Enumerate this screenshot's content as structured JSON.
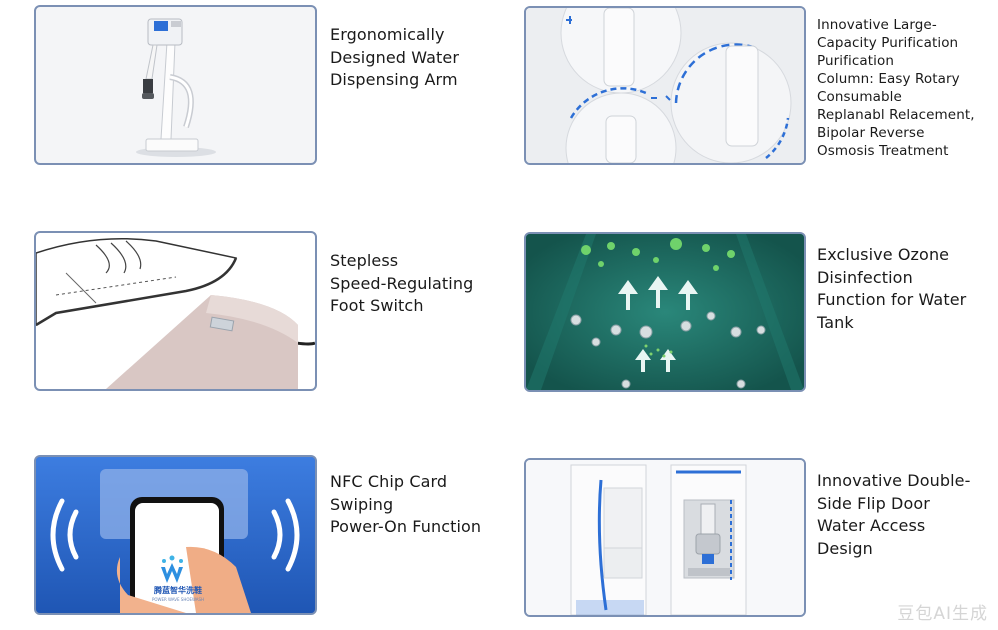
{
  "features": [
    {
      "caption": "Ergonomically\nDesigned Water\nDispensing Arm",
      "image": "water-dispensing-station"
    },
    {
      "caption": "Innovative Large-\nCapacity Purification\nPurification\nColumn: Easy Rotary\nConsumable\nReplanabl Relacement,\nBipolar Reverse\nOsmosis Treatment",
      "image": "rotary-filter-cartridges"
    },
    {
      "caption": "Stepless\nSpeed-Regulating\nFoot Switch",
      "image": "shoe-on-foot-pedal"
    },
    {
      "caption": "Exclusive Ozone\nDisinfection\nFunction for Water\nTank",
      "image": "ozone-bubbles"
    },
    {
      "caption": "NFC Chip Card\nSwiping\nPower-On Function",
      "image": "nfc-phone-tap"
    },
    {
      "caption": "Innovative Double-\nSide Flip Door\nWater Access\nDesign",
      "image": "flip-door-water-access"
    }
  ],
  "phone_logo_text": "腾蓝智华洗鞋",
  "phone_logo_subtext": "POWER WAVE SHOEWASH",
  "watermark": "豆包AI生成",
  "colors": {
    "border": "#7b90b4",
    "accent_blue": "#2d6fd6",
    "ozone_teal": "#1b6a60"
  }
}
